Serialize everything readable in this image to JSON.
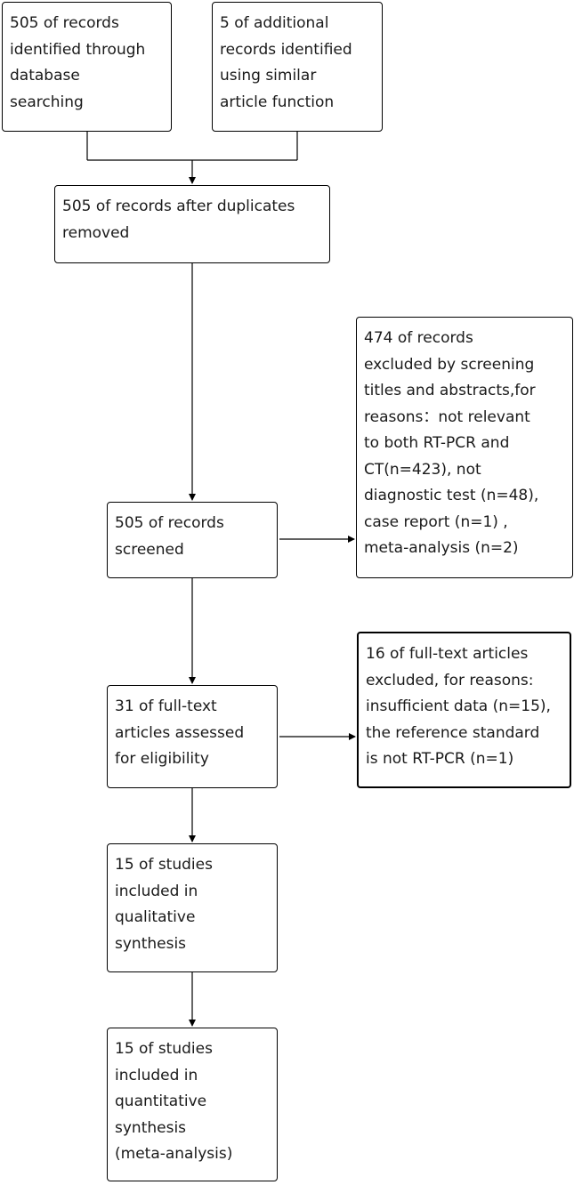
{
  "boxes": {
    "db_search": "505 of records\nidentified through\ndatabase\nsearching",
    "additional": "5 of additional\nrecords identified\nusing similar\narticle function",
    "after_duplicates": "505 of records after duplicates\nremoved",
    "excluded_screening": "474 of records\nexcluded by screening\ntitles and abstracts,for\nreasons：not relevant\nto both RT-PCR and\nCT(n=423), not\ndiagnostic test (n=48),\ncase report (n=1) ,\nmeta-analysis (n=2)",
    "screened": "505 of records\nscreened",
    "excluded_fulltext": "16 of full-text articles\nexcluded, for reasons:\ninsufficient data (n=15),\nthe reference standard\nis not RT-PCR (n=1)",
    "assessed": "31 of full-text\narticles assessed\nfor eligibility",
    "qualitative": "15 of studies\nincluded in\nqualitative\nsynthesis",
    "quantitative": "15 of studies\nincluded in\nquantitative\nsynthesis\n(meta-analysis)"
  },
  "colors": {
    "line": "#000000",
    "text": "#1a1a1a",
    "background": "#ffffff"
  }
}
